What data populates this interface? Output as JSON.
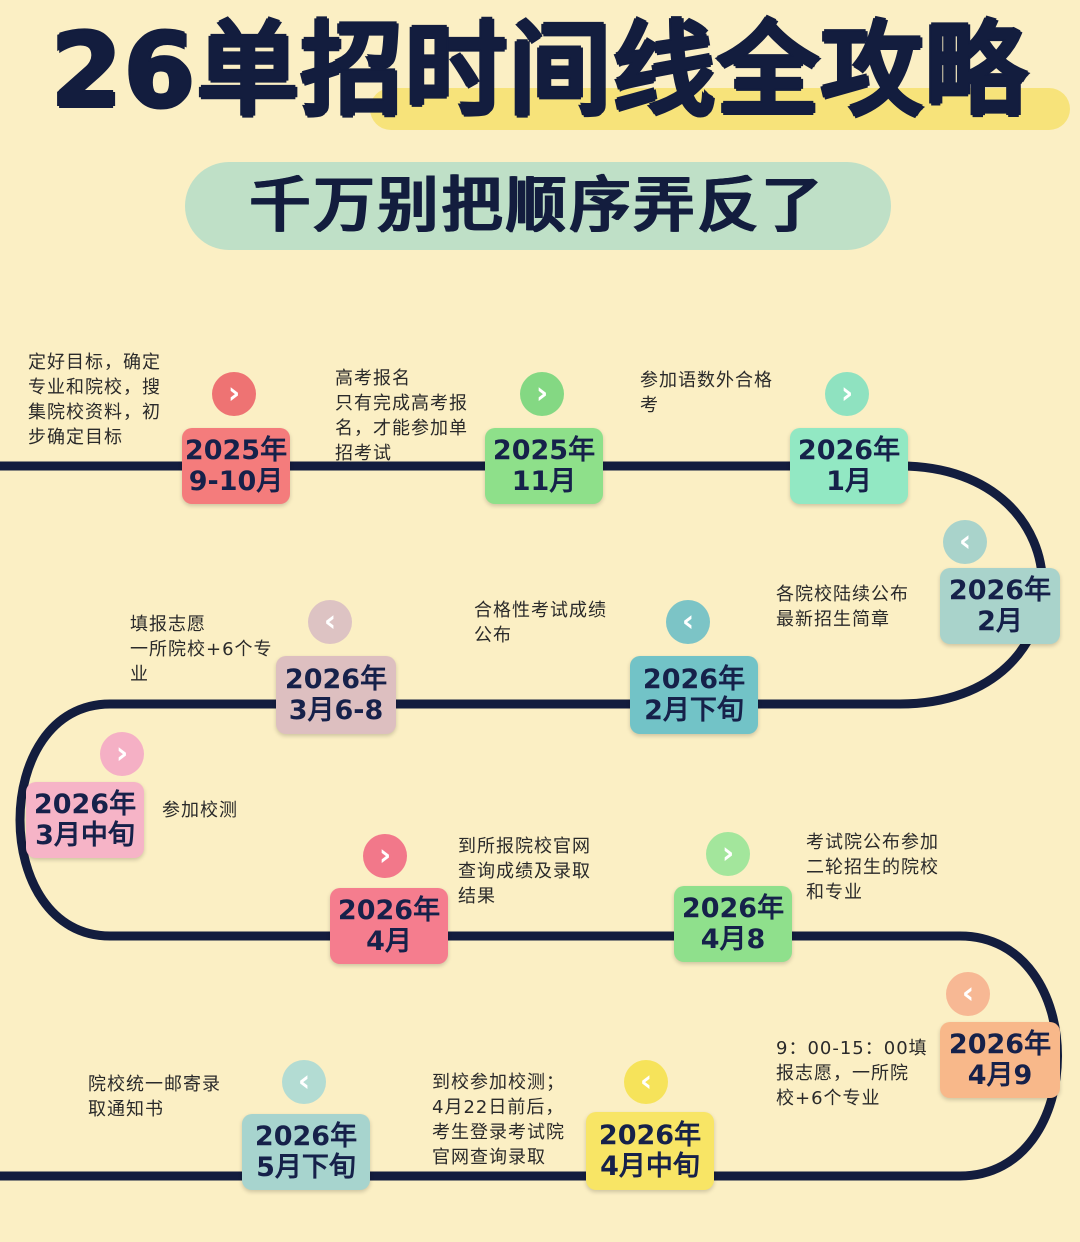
{
  "header": {
    "title": "26单招时间线全攻略",
    "subtitle": "千万别把顺序弄反了"
  },
  "colors": {
    "background": "#fbefc4",
    "road": "#131d3e",
    "title_highlight": "#f7e37a",
    "subtitle_pill": "#bfe0c7"
  },
  "steps": [
    {
      "year": "2025年",
      "date": "9-10月",
      "desc": "定好目标，确定\n专业和院校，搜\n集院校资料，初\n步确定目标",
      "color": "#f47c7c",
      "arrow_color": "#ee7373",
      "arrow": "right"
    },
    {
      "year": "2025年",
      "date": "11月",
      "desc": "高考报名\n只有完成高考报\n名，才能参加单\n招考试",
      "color": "#8ee08a",
      "arrow_color": "#84d883",
      "arrow": "right"
    },
    {
      "year": "2026年",
      "date": "1月",
      "desc": "参加语数外合格\n考",
      "color": "#92e8c3",
      "arrow_color": "#8fe2c0",
      "arrow": "right"
    },
    {
      "year": "2026年",
      "date": "2月",
      "desc": "各院校陆续公布\n最新招生简章",
      "color": "#a9d3cb",
      "arrow_color": "#a9d3cb",
      "arrow": "left"
    },
    {
      "year": "2026年",
      "date": "2月下旬",
      "desc": "合格性考试成绩\n公布",
      "color": "#72c3c7",
      "arrow_color": "#7cc4c6",
      "arrow": "left"
    },
    {
      "year": "2026年",
      "date": "3月6-8",
      "desc": "填报志愿\n一所院校+6个专\n业",
      "color": "#ddbfc0",
      "arrow_color": "#ddc3c3",
      "arrow": "left"
    },
    {
      "year": "2026年",
      "date": "3月中旬",
      "desc": "参加校测",
      "color": "#f6b4c7",
      "arrow_color": "#f5b0c5",
      "arrow": "right"
    },
    {
      "year": "2026年",
      "date": "4月",
      "desc": "到所报院校官网\n查询成绩及录取\n结果",
      "color": "#f57d8e",
      "arrow_color": "#f2788a",
      "arrow": "right"
    },
    {
      "year": "2026年",
      "date": "4月8",
      "desc": "考试院公布参加\n二轮招生的院校\n和专业",
      "color": "#8fe08c",
      "arrow_color": "#a3e69c",
      "arrow": "right"
    },
    {
      "year": "2026年",
      "date": "4月9",
      "desc": "9：00-15：00填\n报志愿，一所院\n校+6个专业",
      "color": "#f8b88a",
      "arrow_color": "#f7b894",
      "arrow": "left"
    },
    {
      "year": "2026年",
      "date": "4月中旬",
      "desc": "到校参加校测；\n4月22日前后，\n考生登录考试院\n官网查询录取",
      "color": "#f8e565",
      "arrow_color": "#f6e35a",
      "arrow": "left"
    },
    {
      "year": "2026年",
      "date": "5月下旬",
      "desc": "院校统一邮寄录\n取通知书",
      "color": "#a7d4ce",
      "arrow_color": "#b3dcd3",
      "arrow": "left"
    }
  ]
}
